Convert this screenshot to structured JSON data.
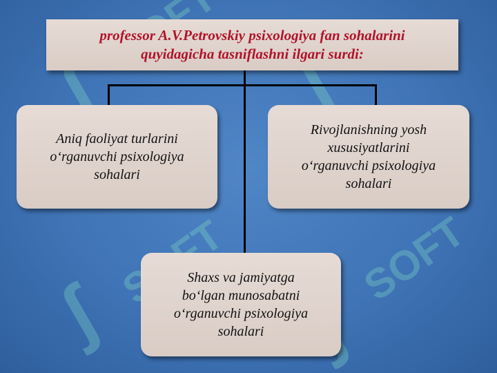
{
  "diagram": {
    "root": "professor A.V.Petrovskiy psixologiya fan sohalarini\nquyidagicha  tasniflashni ilgari surdi:",
    "left": "Aniq faoliyat turlarini\no‘rganuvchi psixologiya\nsohalari",
    "right": "Rivojlanishning yosh\nxususiyatlarini\no‘rganuvchi psixologiya\nsohalari",
    "bottom": "Shaxs va jamiyatga\nbo‘lgan munosabatni\no‘rganuvchi psixologiya\nsohalari"
  },
  "colors": {
    "background": "#3f74b6",
    "box": "#ddd1ca",
    "root_text": "#b0132a",
    "watermark": "#7fd6c4"
  }
}
